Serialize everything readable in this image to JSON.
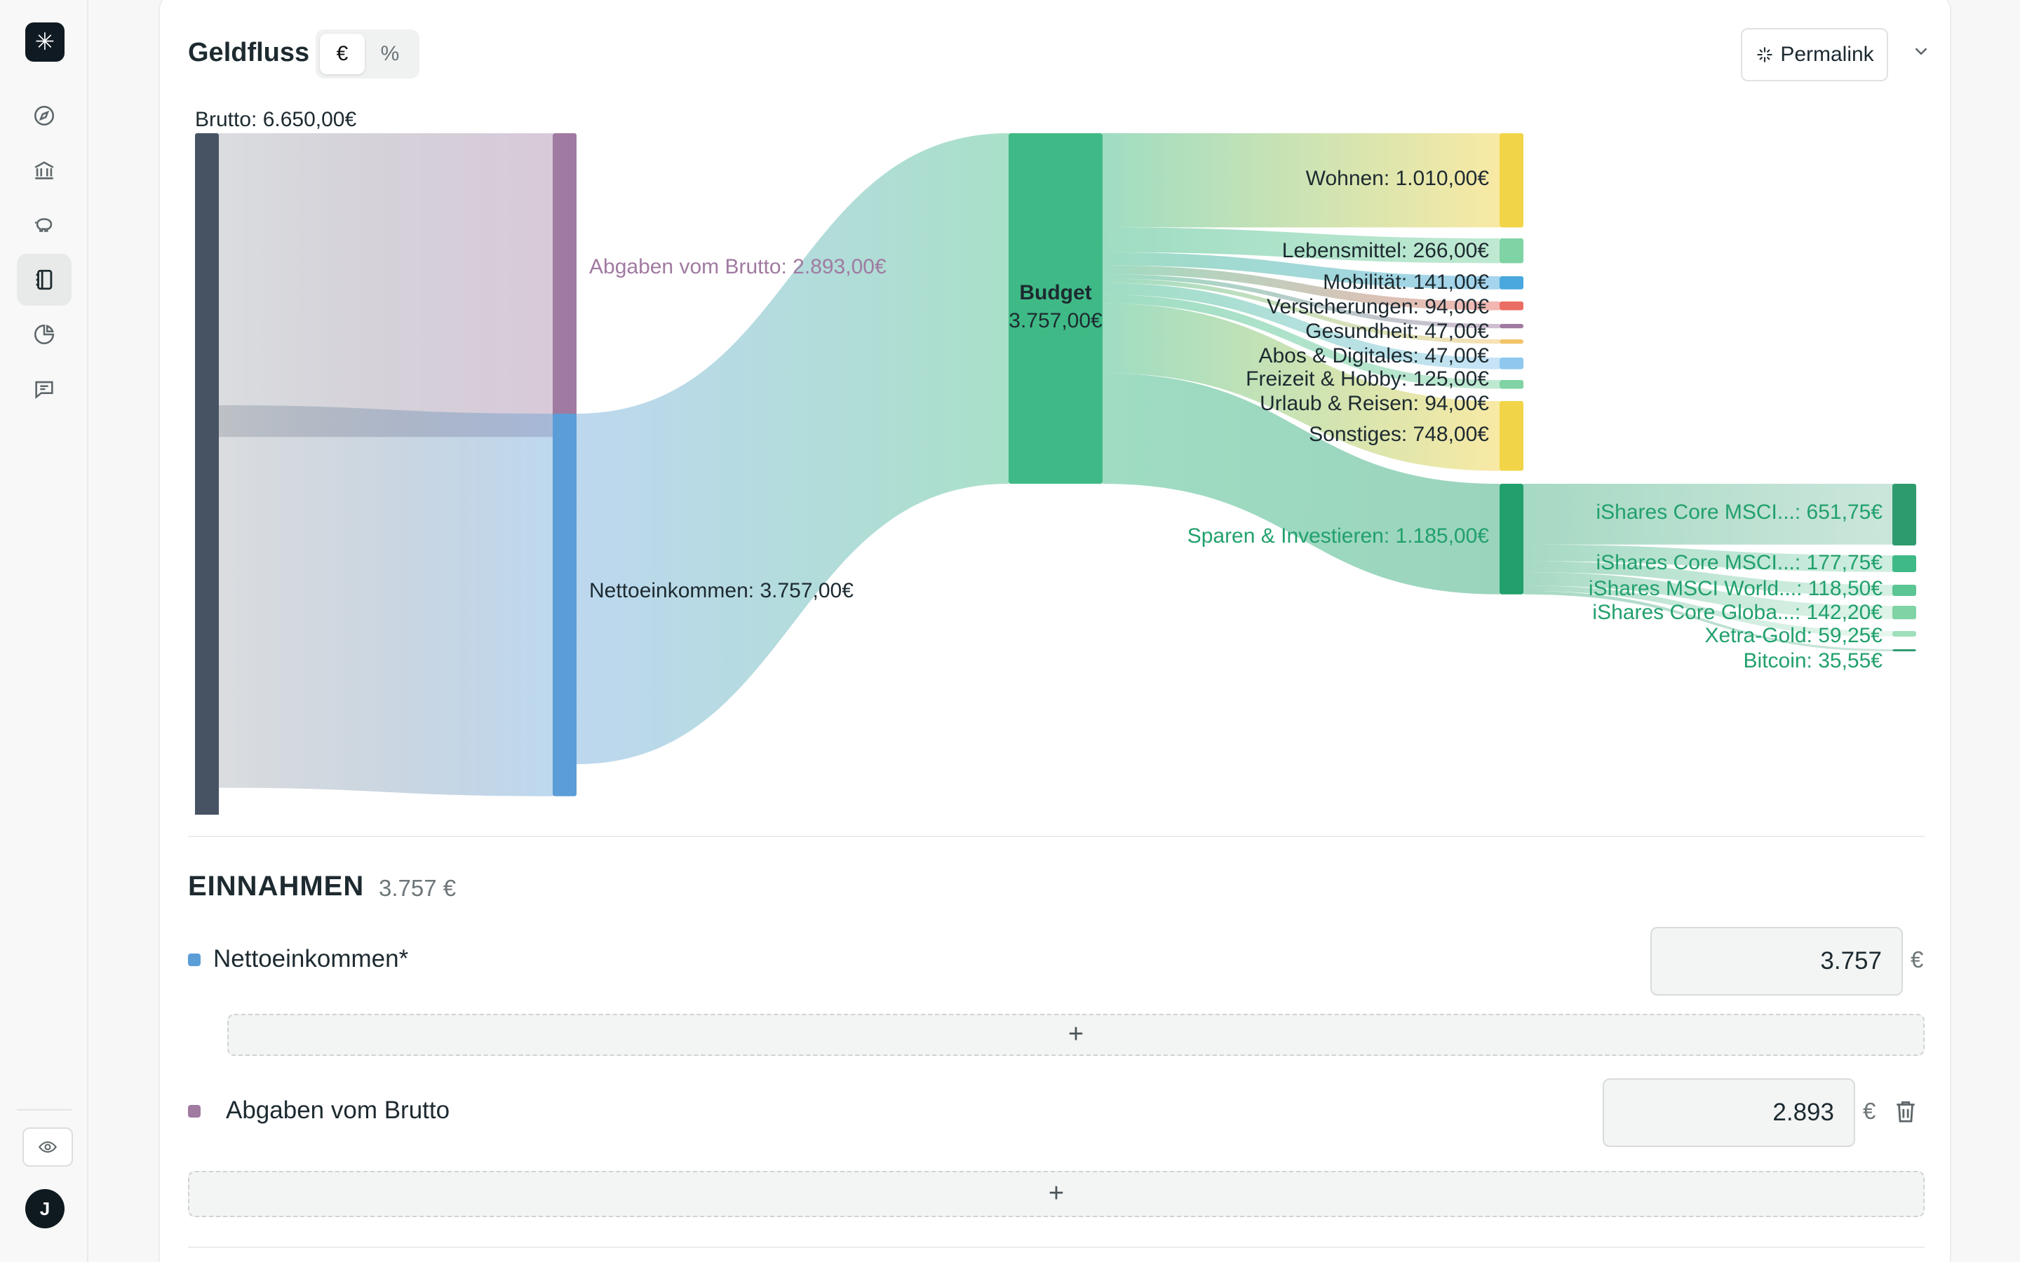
{
  "app": {
    "logo_glyph": "✳",
    "user_initial": "J",
    "nav": [
      {
        "name": "explore",
        "icon": "compass-icon"
      },
      {
        "name": "accounts",
        "icon": "bank-icon"
      },
      {
        "name": "savings",
        "icon": "piggy-bank-icon"
      },
      {
        "name": "budget",
        "icon": "notebook-icon",
        "active": true
      },
      {
        "name": "reports",
        "icon": "pie-chart-icon"
      },
      {
        "name": "messages",
        "icon": "chat-icon"
      }
    ]
  },
  "card": {
    "title": "Geldfluss",
    "toggle": {
      "selected": "€",
      "other": "%"
    },
    "permalink_label": "Permalink"
  },
  "colors": {
    "brutto": "#475363",
    "abgaben": "#a07aa1",
    "netto": "#5b9dd6",
    "budget": "#3fba86",
    "wohnen": "#f2d449",
    "lebensmittel": "#7fd3a4",
    "mobilitaet": "#4aa8de",
    "versicherungen": "#ea6d63",
    "gesundheit": "#a07aa1",
    "abos": "#f2c46a",
    "freizeit": "#8ec8ef",
    "urlaub": "#7fd3a4",
    "sonstiges": "#f2d449",
    "sparen": "#21a06c",
    "etf1": "#2e9b6e",
    "etf2": "#3fba86",
    "etf3": "#5cc594",
    "etf4": "#7fd3a4",
    "gold": "#9fdfbb",
    "bitcoin": "#2e9b6e",
    "text_green": "#21a06c"
  },
  "chart_data": {
    "type": "sankey",
    "nodes": [
      {
        "id": "brutto",
        "label": "Brutto: 6.650,00€",
        "value": 6650.0
      },
      {
        "id": "abgaben",
        "label": "Abgaben vom Brutto: 2.893,00€",
        "value": 2893.0
      },
      {
        "id": "netto",
        "label": "Nettoeinkommen: 3.757,00€",
        "value": 3757.0
      },
      {
        "id": "budget",
        "label": "Budget",
        "value_label": "3.757,00€",
        "value": 3757.0
      },
      {
        "id": "wohnen",
        "label": "Wohnen: 1.010,00€",
        "value": 1010.0
      },
      {
        "id": "lebensmittel",
        "label": "Lebensmittel: 266,00€",
        "value": 266.0
      },
      {
        "id": "mobilitaet",
        "label": "Mobilität: 141,00€",
        "value": 141.0
      },
      {
        "id": "versicherungen",
        "label": "Versicherungen: 94,00€",
        "value": 94.0
      },
      {
        "id": "gesundheit",
        "label": "Gesundheit: 47,00€",
        "value": 47.0
      },
      {
        "id": "abos",
        "label": "Abos & Digitales: 47,00€",
        "value": 47.0
      },
      {
        "id": "freizeit",
        "label": "Freizeit & Hobby: 125,00€",
        "value": 125.0
      },
      {
        "id": "urlaub",
        "label": "Urlaub & Reisen: 94,00€",
        "value": 94.0
      },
      {
        "id": "sonstiges",
        "label": "Sonstiges: 748,00€",
        "value": 748.0
      },
      {
        "id": "sparen",
        "label": "Sparen & Investieren: 1.185,00€",
        "value": 1185.0
      },
      {
        "id": "etf1",
        "label": "iShares Core MSCI...: 651,75€",
        "value": 651.75
      },
      {
        "id": "etf2",
        "label": "iShares Core MSCI...: 177,75€",
        "value": 177.75
      },
      {
        "id": "etf3",
        "label": "iShares MSCI World...: 118,50€",
        "value": 118.5
      },
      {
        "id": "etf4",
        "label": "iShares Core Globa...: 142,20€",
        "value": 142.2
      },
      {
        "id": "gold",
        "label": "Xetra-Gold: 59,25€",
        "value": 59.25
      },
      {
        "id": "bitcoin",
        "label": "Bitcoin: 35,55€",
        "value": 35.55
      }
    ],
    "links": [
      {
        "source": "brutto",
        "target": "abgaben",
        "value": 2893.0
      },
      {
        "source": "brutto",
        "target": "netto",
        "value": 3757.0
      },
      {
        "source": "netto",
        "target": "budget",
        "value": 3757.0
      },
      {
        "source": "budget",
        "target": "wohnen",
        "value": 1010.0
      },
      {
        "source": "budget",
        "target": "lebensmittel",
        "value": 266.0
      },
      {
        "source": "budget",
        "target": "mobilitaet",
        "value": 141.0
      },
      {
        "source": "budget",
        "target": "versicherungen",
        "value": 94.0
      },
      {
        "source": "budget",
        "target": "gesundheit",
        "value": 47.0
      },
      {
        "source": "budget",
        "target": "abos",
        "value": 47.0
      },
      {
        "source": "budget",
        "target": "freizeit",
        "value": 125.0
      },
      {
        "source": "budget",
        "target": "urlaub",
        "value": 94.0
      },
      {
        "source": "budget",
        "target": "sonstiges",
        "value": 748.0
      },
      {
        "source": "budget",
        "target": "sparen",
        "value": 1185.0
      },
      {
        "source": "sparen",
        "target": "etf1",
        "value": 651.75
      },
      {
        "source": "sparen",
        "target": "etf2",
        "value": 177.75
      },
      {
        "source": "sparen",
        "target": "etf3",
        "value": 118.5
      },
      {
        "source": "sparen",
        "target": "etf4",
        "value": 142.2
      },
      {
        "source": "sparen",
        "target": "gold",
        "value": 59.25
      },
      {
        "source": "sparen",
        "target": "bitcoin",
        "value": 35.55
      }
    ]
  },
  "einnahmen": {
    "title": "EINNAHMEN",
    "total": "3.757 €",
    "rows": [
      {
        "label": "Nettoeinkommen*",
        "value": "3.757",
        "currency": "€"
      },
      {
        "label": "Abgaben vom Brutto",
        "value": "2.893",
        "currency": "€"
      }
    ],
    "add_label": "+"
  }
}
